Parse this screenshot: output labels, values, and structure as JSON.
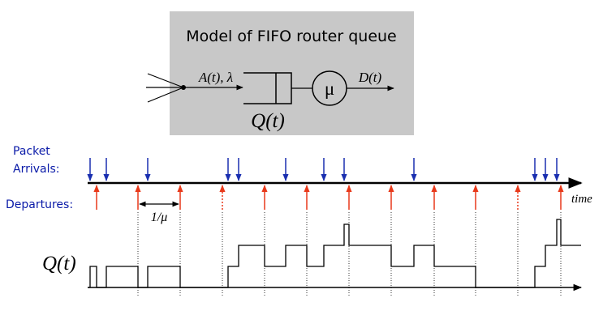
{
  "model": {
    "title": "Model of FIFO router queue",
    "arrival_label": "A(t), λ",
    "service_label": "μ",
    "departure_label": "D(t)",
    "queue_label": "Q(t)",
    "box_color": "#c8c8c8"
  },
  "timeline": {
    "packet_label_line1": "Packet",
    "packet_label_line2": "Arrivals:",
    "departures_label": "Departures:",
    "service_time_label": "1/μ",
    "time_label": "time",
    "queue_plot_label": "Q(t)",
    "arrival_color": "#1a2fb0",
    "departure_color": "#e8391a",
    "label_color": "#0a1aa8"
  }
}
